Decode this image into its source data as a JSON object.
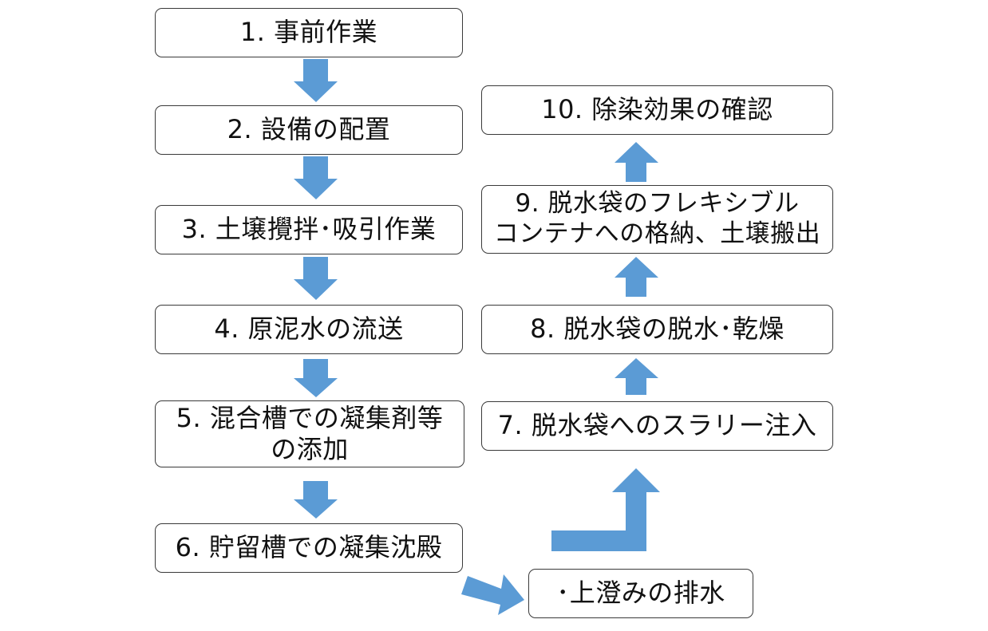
{
  "steps": {
    "s1": "1. 事前作業",
    "s2": "2. 設備の配置",
    "s3": "3. 土壌攪拌･吸引作業",
    "s4": "4. 原泥水の流送",
    "s5": "5. 混合槽での凝集剤等\nの添加",
    "s6": "6. 貯留槽での凝集沈殿",
    "s6b": "･上澄みの排水",
    "s7": "7. 脱水袋へのスラリー注入",
    "s8": "8. 脱水袋の脱水･乾燥",
    "s9": "9. 脱水袋のフレキシブル\nコンテナへの格納、土壌搬出",
    "s10": "10. 除染効果の確認"
  },
  "colors": {
    "arrow_fill": "#5b9bd5",
    "box_border": "#3a3a3a"
  }
}
